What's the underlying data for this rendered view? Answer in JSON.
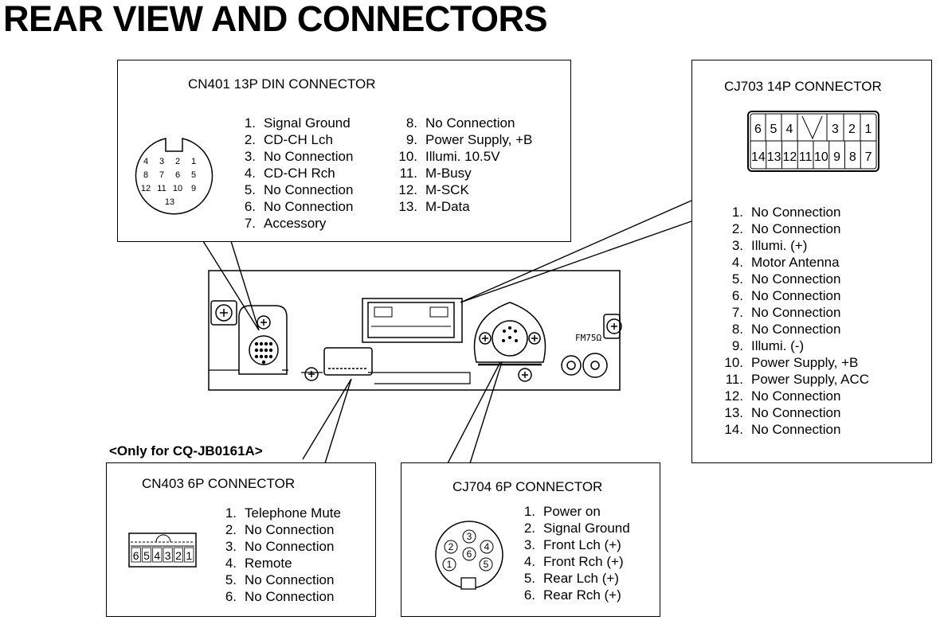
{
  "page": {
    "title": "REAR VIEW AND CONNECTORS"
  },
  "unit": {
    "antenna_label": "FM75Ω"
  },
  "connectors": {
    "cn401": {
      "title": "CN401 13P DIN CONNECTOR",
      "diagram_rows": [
        [
          "4",
          "3",
          "2",
          "1"
        ],
        [
          "8",
          "7",
          "6",
          "5"
        ],
        [
          "12",
          "11",
          "10",
          "9"
        ],
        [
          "13"
        ]
      ],
      "pins_col1": [
        {
          "num": "1.",
          "label": "Signal Ground"
        },
        {
          "num": "2.",
          "label": "CD-CH Lch"
        },
        {
          "num": "3.",
          "label": "No Connection"
        },
        {
          "num": "4.",
          "label": "CD-CH Rch"
        },
        {
          "num": "5.",
          "label": "No Connection"
        },
        {
          "num": "6.",
          "label": "No Connection"
        },
        {
          "num": "7.",
          "label": "Accessory"
        }
      ],
      "pins_col2": [
        {
          "num": "8.",
          "label": "No Connection"
        },
        {
          "num": "9.",
          "label": "Power Supply, +B"
        },
        {
          "num": "10.",
          "label": "Illumi. 10.5V"
        },
        {
          "num": "11.",
          "label": "M-Busy"
        },
        {
          "num": "12.",
          "label": "M-SCK"
        },
        {
          "num": "13.",
          "label": "M-Data"
        }
      ]
    },
    "cj703": {
      "title": "CJ703 14P CONNECTOR",
      "diagram_top": [
        "6",
        "5",
        "4",
        "",
        "3",
        "2",
        "1"
      ],
      "diagram_bottom": [
        "14",
        "13",
        "12",
        "11",
        "10",
        "9",
        "8",
        "7"
      ],
      "pins": [
        {
          "num": "1.",
          "label": "No Connection"
        },
        {
          "num": "2.",
          "label": "No Connection"
        },
        {
          "num": "3.",
          "label": "Illumi. (+)"
        },
        {
          "num": "4.",
          "label": "Motor Antenna"
        },
        {
          "num": "5.",
          "label": "No Connection"
        },
        {
          "num": "6.",
          "label": "No Connection"
        },
        {
          "num": "7.",
          "label": "No Connection"
        },
        {
          "num": "8.",
          "label": "No Connection"
        },
        {
          "num": "9.",
          "label": "Illumi. (-)"
        },
        {
          "num": "10.",
          "label": "Power Supply, +B"
        },
        {
          "num": "11.",
          "label": "Power Supply, ACC"
        },
        {
          "num": "12.",
          "label": "No Connection"
        },
        {
          "num": "13.",
          "label": "No Connection"
        },
        {
          "num": "14.",
          "label": "No Connection"
        }
      ]
    },
    "cn403": {
      "note": "<Only for CQ-JB0161A>",
      "title": "CN403 6P CONNECTOR",
      "diagram": [
        "6",
        "5",
        "4",
        "3",
        "2",
        "1"
      ],
      "pins": [
        {
          "num": "1.",
          "label": "Telephone Mute"
        },
        {
          "num": "2.",
          "label": "No Connection"
        },
        {
          "num": "3.",
          "label": "No Connection"
        },
        {
          "num": "4.",
          "label": "Remote"
        },
        {
          "num": "5.",
          "label": "No Connection"
        },
        {
          "num": "6.",
          "label": "No Connection"
        }
      ]
    },
    "cj704": {
      "title": "CJ704 6P CONNECTOR",
      "diagram": [
        "1",
        "2",
        "3",
        "4",
        "5",
        "6"
      ],
      "pins": [
        {
          "num": "1.",
          "label": "Power on"
        },
        {
          "num": "2.",
          "label": "Signal Ground"
        },
        {
          "num": "3.",
          "label": "Front Lch (+)"
        },
        {
          "num": "4.",
          "label": "Front Rch (+)"
        },
        {
          "num": "5.",
          "label": "Rear Lch (+)"
        },
        {
          "num": "6.",
          "label": "Rear Rch (+)"
        }
      ]
    }
  }
}
